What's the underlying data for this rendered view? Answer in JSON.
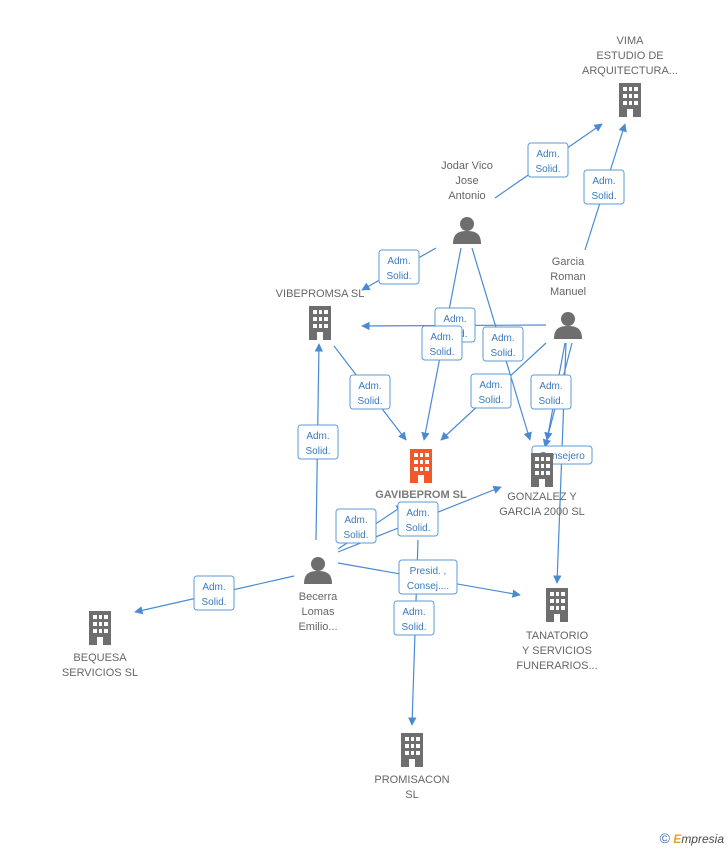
{
  "nodes": [
    {
      "id": "gavibeprom",
      "type": "company",
      "main": true,
      "lines": [
        "GAVIBEPROM SL"
      ]
    },
    {
      "id": "vima",
      "type": "company",
      "lines": [
        "VIMA",
        "ESTUDIO DE",
        "ARQUITECTURA..."
      ]
    },
    {
      "id": "jodar",
      "type": "person",
      "lines": [
        "Jodar Vico",
        "Jose",
        "Antonio"
      ]
    },
    {
      "id": "garcia",
      "type": "person",
      "lines": [
        "Garcia",
        "Roman",
        "Manuel"
      ]
    },
    {
      "id": "vibepromsa",
      "type": "company",
      "lines": [
        "VIBEPROMSA SL"
      ]
    },
    {
      "id": "gonzalez",
      "type": "company",
      "lines": [
        "GONZALEZ Y",
        "GARCIA 2000 SL"
      ]
    },
    {
      "id": "becerra",
      "type": "person",
      "lines": [
        "Becerra",
        "Lomas",
        "Emilio..."
      ]
    },
    {
      "id": "bequesa",
      "type": "company",
      "lines": [
        "BEQUESA",
        "SERVICIOS SL"
      ]
    },
    {
      "id": "tanatorio",
      "type": "company",
      "lines": [
        "TANATORIO",
        "Y SERVICIOS",
        "FUNERARIOS..."
      ]
    },
    {
      "id": "promisacon",
      "type": "company",
      "lines": [
        "PROMISACON",
        "SL"
      ]
    }
  ],
  "edges": [
    {
      "from": "jodar",
      "to": "vima",
      "label": [
        "Adm.",
        "Solid."
      ]
    },
    {
      "from": "garcia",
      "to": "vima",
      "label": [
        "Adm.",
        "Solid."
      ]
    },
    {
      "from": "jodar",
      "to": "vibepromsa",
      "label": [
        "Adm.",
        "Solid."
      ]
    },
    {
      "from": "garcia",
      "to": "vibepromsa",
      "label": [
        "Adm.",
        "Solid."
      ]
    },
    {
      "from": "jodar",
      "to": "gavibeprom",
      "label": [
        "Adm.",
        "Solid."
      ]
    },
    {
      "from": "jodar",
      "to": "gonzalez",
      "label": [
        "Adm.",
        "Solid."
      ]
    },
    {
      "from": "vibepromsa",
      "to": "gavibeprom",
      "label": [
        "Adm.",
        "Solid."
      ]
    },
    {
      "from": "garcia",
      "to": "gavibeprom",
      "label": [
        "Adm.",
        "Solid."
      ]
    },
    {
      "from": "garcia",
      "to": "gonzalez",
      "label": [
        "Adm.",
        "Solid."
      ]
    },
    {
      "from": "garcia",
      "to": "gonzalez",
      "label": [
        "Consejero"
      ]
    },
    {
      "from": "garcia",
      "to": "tanatorio",
      "label": []
    },
    {
      "from": "becerra",
      "to": "vibepromsa",
      "label": [
        "Adm.",
        "Solid."
      ]
    },
    {
      "from": "becerra",
      "to": "gavibeprom",
      "label": [
        "Adm.",
        "Solid."
      ]
    },
    {
      "from": "becerra",
      "to": "gonzalez",
      "label": [
        "Adm.",
        "Solid."
      ]
    },
    {
      "from": "becerra",
      "to": "bequesa",
      "label": [
        "Adm.",
        "Solid."
      ]
    },
    {
      "from": "becerra",
      "to": "tanatorio",
      "label": [
        "Presid. ,",
        "Consej...."
      ]
    },
    {
      "from": "becerra",
      "to": "promisacon",
      "label": [
        "Adm.",
        "Solid."
      ]
    }
  ],
  "colors": {
    "main_company": "#f05a28",
    "company": "#6e6e6e",
    "person": "#6e6e6e",
    "edge": "#4a8ad4",
    "label_text": "#3a7ac0"
  },
  "icons": {
    "company": "building-icon",
    "person": "person-icon"
  },
  "footer": {
    "copyright": "©",
    "brand_initial": "E",
    "brand_rest": "mpresia"
  }
}
